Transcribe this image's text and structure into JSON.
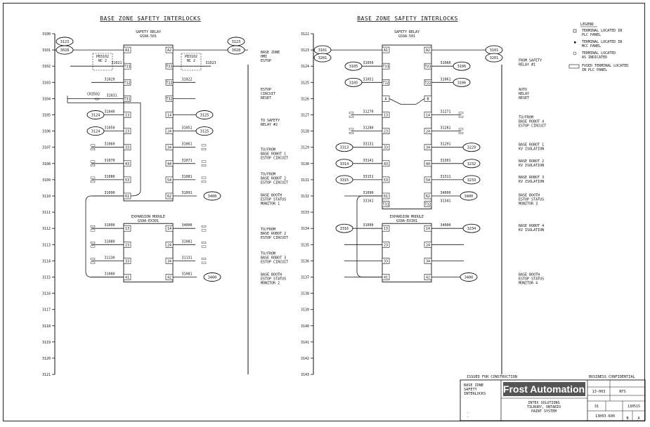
{
  "titles": {
    "left": "BASE ZONE SAFETY INTERLOCKS",
    "right": "BASE ZONE SAFETY INTERLOCKS"
  },
  "rungs_left": [
    "3100",
    "3101",
    "3102",
    "3103",
    "3104",
    "3105",
    "3106",
    "3107",
    "3108",
    "3109",
    "3110",
    "3111",
    "3112",
    "3113",
    "3114",
    "3115",
    "3116",
    "3117",
    "3118",
    "3119",
    "3120",
    "3121"
  ],
  "rungs_right": [
    "3122",
    "3123",
    "3124",
    "3125",
    "3126",
    "3127",
    "3128",
    "3129",
    "3130",
    "3131",
    "3132",
    "3133",
    "3134",
    "3135",
    "3136",
    "3137",
    "3138",
    "3139",
    "3140",
    "3141",
    "3142",
    "3143"
  ],
  "left": {
    "relay_title": "SAFETY RELAY",
    "relay_part": "GS9A-501",
    "exp_title": "EXPANSION MODULE",
    "exp_part": "GS9A-EX301",
    "relay_left_pins": [
      "A1",
      "T11",
      "T12",
      "T31",
      "13",
      "23",
      "33",
      "43",
      "53",
      "61"
    ],
    "relay_right_pins": [
      "A2",
      "T21",
      "T22",
      "T32",
      "14",
      "24",
      "34",
      "44",
      "54",
      "62"
    ],
    "exp_left_pins": [
      "13",
      "23",
      "33",
      "41"
    ],
    "exp_right_pins": [
      "14",
      "24",
      "34",
      "42"
    ],
    "wires_left": [
      "",
      "",
      "31029",
      "",
      "31040",
      "31050",
      "31060",
      "31070",
      "31080",
      "31090",
      "31090",
      "31080",
      "31130",
      "31080",
      "31090"
    ],
    "wires_right": [
      "",
      "",
      "31022",
      "",
      "",
      "31051",
      "31061",
      "31071",
      "31081",
      "31091",
      "34000",
      "31081",
      "31131",
      "31081",
      "34000"
    ],
    "bubbles_left": [
      "3123",
      "3028",
      "3124",
      "3124"
    ],
    "bubbles_right": [
      "3123",
      "3028",
      "3125",
      "3125",
      "3400",
      "3400"
    ],
    "descriptions": [
      "BASE ZONE\nHMI\nESTOP",
      "ESTOP\nCIRCUIT\nRESET",
      "TO SAFETY\nRELAY #2",
      "TO/FROM\nBASE ROBOT 1\nESTOP CIRCUIT",
      "TO/FROM\nBASE ROBOT 2\nESTOP CIRCUIT",
      "BASE BOOTH\nESTOP STATUS\nMONITOR 1",
      "TO/FROM\nBASE ROBOT 2\nESTOP CIRCUIT",
      "TO/FROM\nBASE ROBOT 3\nESTOP CIRCUIT",
      "BASE BOOTH\nESTOP STATUS\nMONITOR 2"
    ],
    "pb_left": "PB3102\nNC 2",
    "pb_right": "PB3102\nNC 2"
  },
  "right": {
    "relay_title": "SAFETY RELAY",
    "relay_part": "GS9A-501",
    "exp_title": "EXPANSION MODULE",
    "exp_part": "GS9A-EX301",
    "relay_left_pins": [
      "A1",
      "T11",
      "T12",
      "A",
      "13",
      "23",
      "33",
      "43",
      "53",
      "61",
      "T31"
    ],
    "relay_right_pins": [
      "A2",
      "T21",
      "T22",
      "B",
      "14",
      "24",
      "34",
      "44",
      "54",
      "62",
      "T32"
    ],
    "exp_left_pins": [
      "13",
      "23",
      "33",
      "41"
    ],
    "exp_right_pins": [
      "14",
      "24",
      "34",
      "42"
    ],
    "wires_left": [
      "",
      "31050",
      "31051",
      "",
      "31270",
      "31280",
      "33131",
      "33141",
      "33151",
      "31090",
      "33161",
      "31090"
    ],
    "wires_right": [
      "",
      "31060",
      "31061",
      "",
      "31271",
      "31281",
      "31291",
      "31301",
      "31311",
      "34000",
      "31341",
      "34000"
    ],
    "bubbles_left": [
      "3101",
      "3201",
      "3105",
      "3105",
      "3313",
      "3314",
      "3315",
      "3316"
    ],
    "bubbles_right": [
      "3101",
      "3201",
      "3106",
      "3106",
      "3229",
      "3232",
      "3233",
      "3400",
      "3234",
      "3400"
    ],
    "descriptions": [
      "FROM SAFETY\nRELAY #1",
      "AUTO\nRELAY\nRESET",
      "TO/FROM\nBASE ROBOT 4\nESTOP CIRCUIT",
      "BASE ROBOT 1\nKV ISOLATION",
      "BASE ROBOT 2\nKV ISOLATION",
      "BASE ROBOT 3\nKV ISOLATION",
      "BASE BOOTH\nESTOP STATUS\nMONITOR 3",
      "BASE ROBOT 4\nKV ISOLATION",
      "BASE BOOTH\nESTOP STATUS\nMONITOR 4"
    ]
  },
  "legend": {
    "title": "LEGEND",
    "items": [
      "TERMINAL LOCATED IN\nPLC PANEL",
      "TERMINAL LOCATED IN\nMCC PANEL",
      "TERMINAL LOCATED\nAS INDICATED",
      "FUSED TERMINAL LOCATED\nIN PLC PANEL"
    ]
  },
  "title_block": {
    "issued": "ISSUED FOR CONSTRUCTION",
    "confidential": "BUSINESS CONFIDENTIAL",
    "drawing_title": "BASE ZONE\nSAFETY\nINTERLOCKS",
    "company": "Frost Automation",
    "client": "INTEX SOLUTIONS\nTILBURY, ONTARIO\nPAINT SYSTEM",
    "project_no": "13-003",
    "scale": "NTS",
    "sheet": "31",
    "date": "130515",
    "dwg_no": "13003-600",
    "rev": "B",
    "size": "A"
  }
}
